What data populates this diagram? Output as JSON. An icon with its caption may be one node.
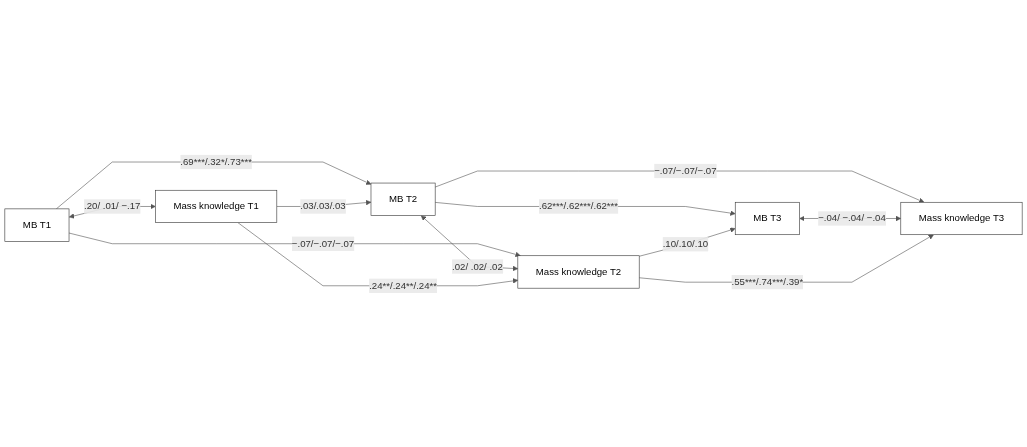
{
  "diagram": {
    "nodes": [
      {
        "text": [
          "MB T1"
        ]
      },
      {
        "text": [
          "MB T2"
        ]
      },
      {
        "text": [
          "MB T3"
        ]
      },
      {
        "text": [
          "Mass knowledge T1"
        ]
      },
      {
        "text": [
          "Mass knowledge T2"
        ]
      },
      {
        "text": [
          "Mass knowledge T3"
        ]
      }
    ],
    "edges": [
      {
        "from": 0,
        "to": 1,
        "arrow": "to",
        "label": ".69***/.32*/.73***"
      },
      {
        "from": 1,
        "to": 2,
        "arrow": "to",
        "label": ".62***/.62***/.62***"
      },
      {
        "from": 0,
        "to": 3,
        "arrow": "both",
        "label": ".20/ .01/ −.17"
      },
      {
        "from": 0,
        "to": 4,
        "arrow": "to",
        "label": "−.07/−.07/−.07"
      },
      {
        "from": 3,
        "to": 1,
        "arrow": "to",
        "label": ".03/.03/.03"
      },
      {
        "from": 1,
        "to": 4,
        "arrow": "both",
        "label": ".02/ .02/ .02"
      },
      {
        "from": 4,
        "to": 2,
        "arrow": "to",
        "label": ".10/.10/.10"
      },
      {
        "from": 1,
        "to": 5,
        "arrow": "to",
        "label": "−.07/−.07/−.07"
      },
      {
        "from": 2,
        "to": 5,
        "arrow": "both",
        "label": "−.04/ −.04/ −.04"
      },
      {
        "from": 3,
        "to": 4,
        "arrow": "to",
        "label": ".24**/.24**/.24**"
      },
      {
        "from": 4,
        "to": 5,
        "arrow": "to",
        "label": ".55***/.74***/.39*"
      }
    ]
  }
}
